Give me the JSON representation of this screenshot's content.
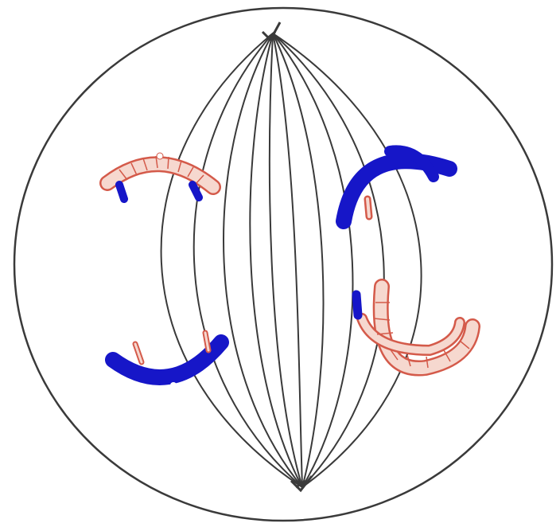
{
  "diagram": {
    "kind": "cell-division-spindle",
    "colors": {
      "cell_outline": "#3a3a3a",
      "spindle_fiber": "#3a3a3a",
      "chromosome_blue": "#1616c8",
      "chromosome_pink_fill": "#f6d8cf",
      "chromosome_pink_edge": "#d45a4a",
      "centromere_dot": "#ffffff"
    },
    "poles": [
      "top-pole",
      "bottom-pole"
    ],
    "chromosomes": [
      {
        "id": "top-left",
        "primary": "pink",
        "tips": "blue"
      },
      {
        "id": "bottom-left",
        "primary": "blue",
        "tips": "pink"
      },
      {
        "id": "top-right",
        "primary": "blue",
        "tips": "pink"
      },
      {
        "id": "bottom-right",
        "primary": "pink",
        "tips": "blue"
      }
    ]
  }
}
